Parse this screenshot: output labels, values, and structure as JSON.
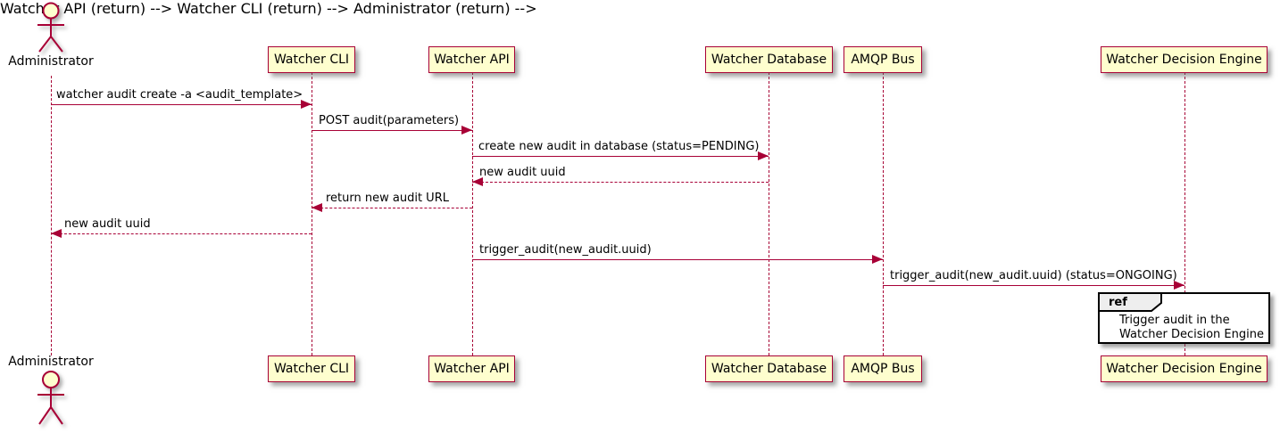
{
  "diagram": {
    "type": "uml-sequence-diagram",
    "actor": "Administrator",
    "participants": [
      "Watcher CLI",
      "Watcher API",
      "Watcher Database",
      "AMQP Bus",
      "Watcher Decision Engine"
    ],
    "messages": [
      {
        "from": "Administrator",
        "to": "Watcher CLI",
        "label": "watcher audit create -a <audit_template>",
        "style": "solid"
      },
      {
        "from": "Watcher CLI",
        "to": "Watcher API",
        "label": "POST audit(parameters)",
        "style": "solid"
      },
      {
        "from": "Watcher API",
        "to": "Watcher Database",
        "label": "create new audit in database (status=PENDING)",
        "style": "solid"
      },
      {
        "from": "Watcher Database",
        "to": "Watcher API",
        "label": "new audit uuid",
        "style": "dashed"
      },
      {
        "from": "Watcher API",
        "to": "Watcher CLI",
        "label": "return new audit URL",
        "style": "dashed"
      },
      {
        "from": "Watcher CLI",
        "to": "Administrator",
        "label": "new audit uuid",
        "style": "dashed"
      },
      {
        "from": "Watcher API",
        "to": "AMQP Bus",
        "label": "trigger_audit(new_audit.uuid)",
        "style": "solid"
      },
      {
        "from": "AMQP Bus",
        "to": "Watcher Decision Engine",
        "label": "trigger_audit(new_audit.uuid) (status=ONGOING)",
        "style": "solid"
      }
    ],
    "ref": {
      "keyword": "ref",
      "over": "Watcher Decision Engine",
      "lines": [
        "Trigger audit in the",
        "Watcher Decision Engine"
      ]
    },
    "colors": {
      "participant_fill": "#fefece",
      "participant_border": "#a80036",
      "line": "#a80036",
      "text": "#000000",
      "ref_border": "#000000",
      "ref_keyword_fill": "#eeeeee",
      "background": "#ffffff"
    }
  }
}
